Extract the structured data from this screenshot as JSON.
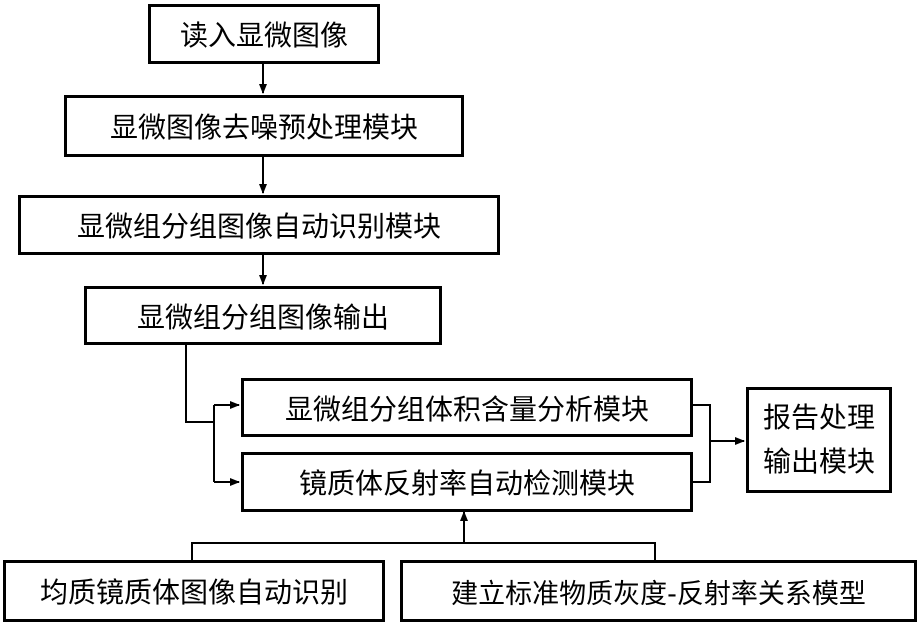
{
  "nodes": {
    "read_image": "读入显微图像",
    "denoise": "显微图像去噪预处理模块",
    "auto_identify": "显微组分组图像自动识别模块",
    "image_output": "显微组分组图像输出",
    "volume_analysis": "显微组分组体积含量分析模块",
    "reflectance_detect": "镜质体反射率自动检测模块",
    "report_line1": "报告处理",
    "report_line2": "输出模块",
    "homogeneous_identify": "均质镜质体图像自动识别",
    "gray_model": "建立标准物质灰度-反射率关系模型"
  },
  "colors": {
    "line": "#000000",
    "box_border": "#000000",
    "background": "#ffffff"
  }
}
